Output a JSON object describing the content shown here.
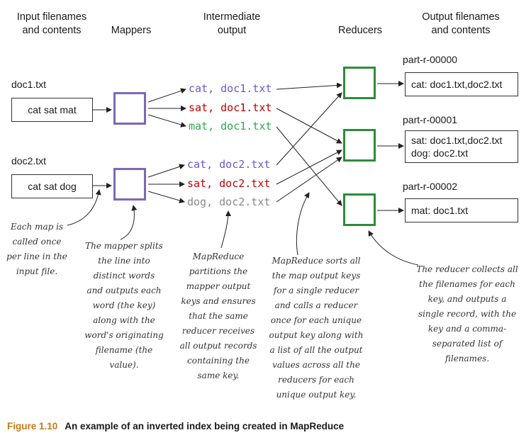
{
  "headers": {
    "inputs": [
      "Input filenames",
      "and contents"
    ],
    "mappers": "Mappers",
    "intermediate": [
      "Intermediate",
      "output"
    ],
    "reducers": "Reducers",
    "outputs": [
      "Output filenames",
      "and contents"
    ]
  },
  "inputs": [
    {
      "filename": "doc1.txt",
      "contents": "cat sat mat"
    },
    {
      "filename": "doc2.txt",
      "contents": "cat sat dog"
    }
  ],
  "intermediate": [
    {
      "text": "cat, doc1.txt",
      "color": "#6a5acd"
    },
    {
      "text": "sat, doc1.txt",
      "color": "#c00000"
    },
    {
      "text": "mat, doc1.txt",
      "color": "#2fa84f"
    },
    {
      "text": "cat, doc2.txt",
      "color": "#6a5acd"
    },
    {
      "text": "sat, doc2.txt",
      "color": "#c00000"
    },
    {
      "text": "dog, doc2.txt",
      "color": "#8a8a8a"
    }
  ],
  "outputs": [
    {
      "filename": "part-r-00000",
      "lines": [
        "cat: doc1.txt,doc2.txt"
      ]
    },
    {
      "filename": "part-r-00001",
      "lines": [
        "sat: doc1.txt,doc2.txt",
        "dog: doc2.txt"
      ]
    },
    {
      "filename": "part-r-00002",
      "lines": [
        "mat: doc1.txt"
      ]
    }
  ],
  "notes": {
    "map_called": [
      "Each map is",
      "called once",
      "per line in the",
      "input file."
    ],
    "mapper_splits": [
      "The mapper splits",
      "the line into",
      "distinct words",
      "and outputs each",
      "word (the key)",
      "along with the",
      "word's originating",
      "filename (the",
      "value)."
    ],
    "partitions": [
      "MapReduce",
      "partitions the",
      "mapper output",
      "keys and ensures",
      "that the same",
      "reducer receives",
      "all output records",
      "containing the",
      "same key."
    ],
    "sorts": [
      "MapReduce sorts all",
      "the map output keys",
      "for a single reducer",
      "and calls a reducer",
      "once for each unique",
      "output key along with",
      "a list of all the output",
      "values across all the",
      "reducers for each",
      "unique output key."
    ],
    "reducer_collects": [
      "The reducer collects all",
      "the filenames for each",
      "key, and outputs a",
      "single record, with the",
      "key and a comma-",
      "separated list of",
      "filenames."
    ]
  },
  "caption": {
    "number": "Figure 1.10",
    "text": "An example of an inverted index being created in MapReduce"
  },
  "colors": {
    "mapper": "#7b68b8",
    "reducer": "#2e8b3a",
    "caption_number": "#c77a10"
  }
}
